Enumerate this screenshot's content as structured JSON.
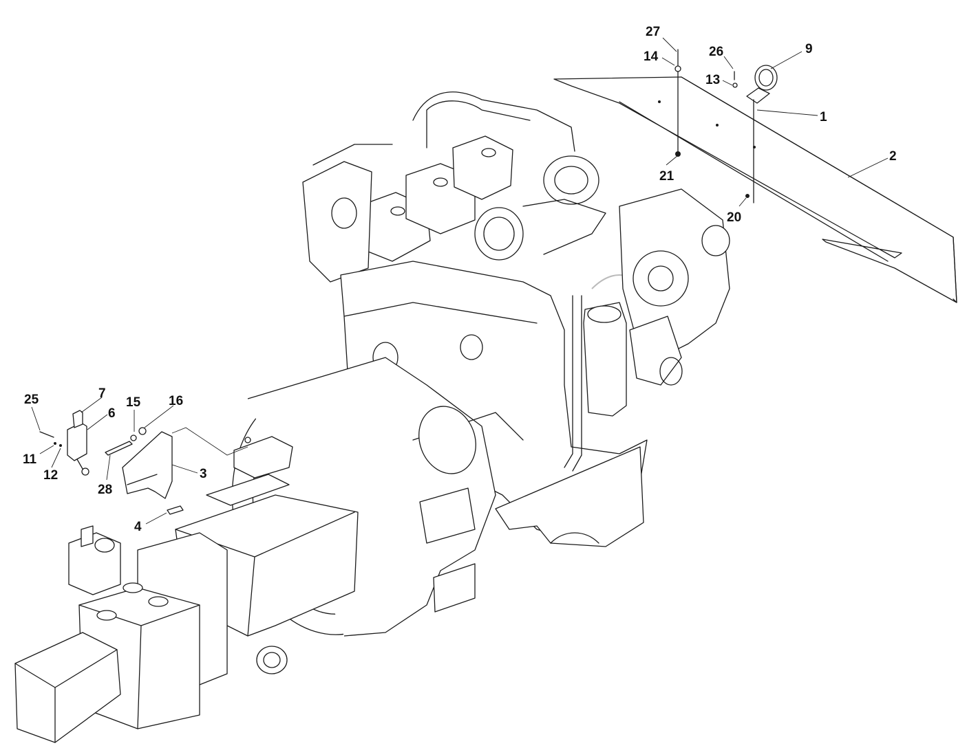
{
  "diagram": {
    "type": "exploded-parts-view",
    "subject": "engine-assembly",
    "callouts": [
      {
        "id": "c27",
        "label": "27"
      },
      {
        "id": "c14",
        "label": "14"
      },
      {
        "id": "c26",
        "label": "26"
      },
      {
        "id": "c9",
        "label": "9"
      },
      {
        "id": "c13",
        "label": "13"
      },
      {
        "id": "c1",
        "label": "1"
      },
      {
        "id": "c2",
        "label": "2"
      },
      {
        "id": "c21",
        "label": "21"
      },
      {
        "id": "c20",
        "label": "20"
      },
      {
        "id": "c25",
        "label": "25"
      },
      {
        "id": "c7",
        "label": "7"
      },
      {
        "id": "c6",
        "label": "6"
      },
      {
        "id": "c15",
        "label": "15"
      },
      {
        "id": "c16",
        "label": "16"
      },
      {
        "id": "c11",
        "label": "11"
      },
      {
        "id": "c12",
        "label": "12"
      },
      {
        "id": "c28",
        "label": "28"
      },
      {
        "id": "c3",
        "label": "3"
      },
      {
        "id": "c4",
        "label": "4"
      }
    ]
  }
}
